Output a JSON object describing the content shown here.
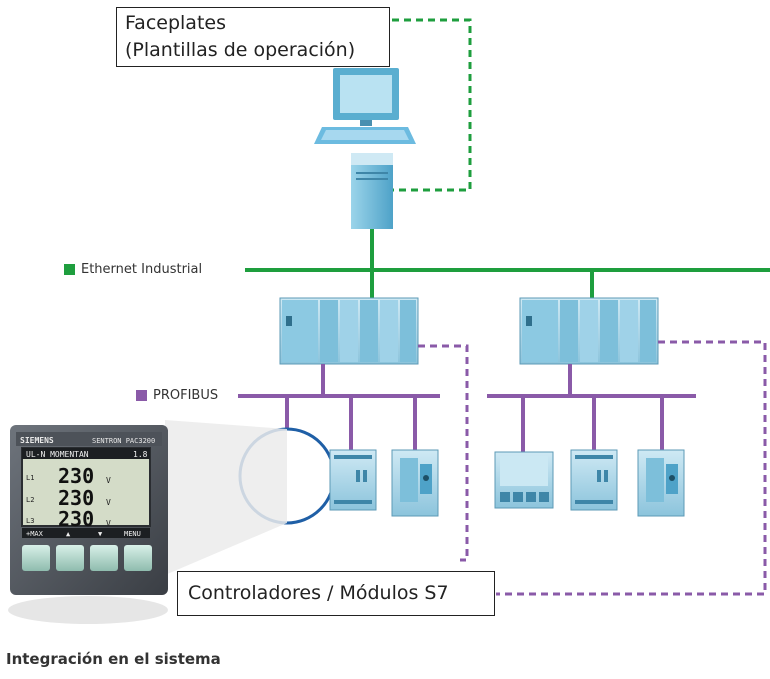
{
  "callouts": {
    "faceplates_line1": "Faceplates",
    "faceplates_line2": "(Plantillas de operación)",
    "controllers": "Controladores / Módulos S7"
  },
  "legend": {
    "ethernet": "Ethernet Industrial",
    "profibus": "PROFIBUS"
  },
  "caption": "Integración en el sistema",
  "meter": {
    "brand": "SIEMENS",
    "model": "SENTRON PAC3200",
    "header": "UL-N MOMENTAN",
    "header_right": "1.8",
    "rows": [
      {
        "label": "L1",
        "value": "230",
        "unit": "V"
      },
      {
        "label": "L2",
        "value": "230",
        "unit": "V"
      },
      {
        "label": "L3",
        "value": "230",
        "unit": "V"
      }
    ],
    "softkeys": [
      "+MAX",
      "▲",
      "▼",
      "MENU"
    ]
  },
  "colors": {
    "ethernet": "#1e9e3e",
    "profibus": "#8a5aa8",
    "device": "#5aaed0",
    "highlight": "#1f5fa6"
  }
}
